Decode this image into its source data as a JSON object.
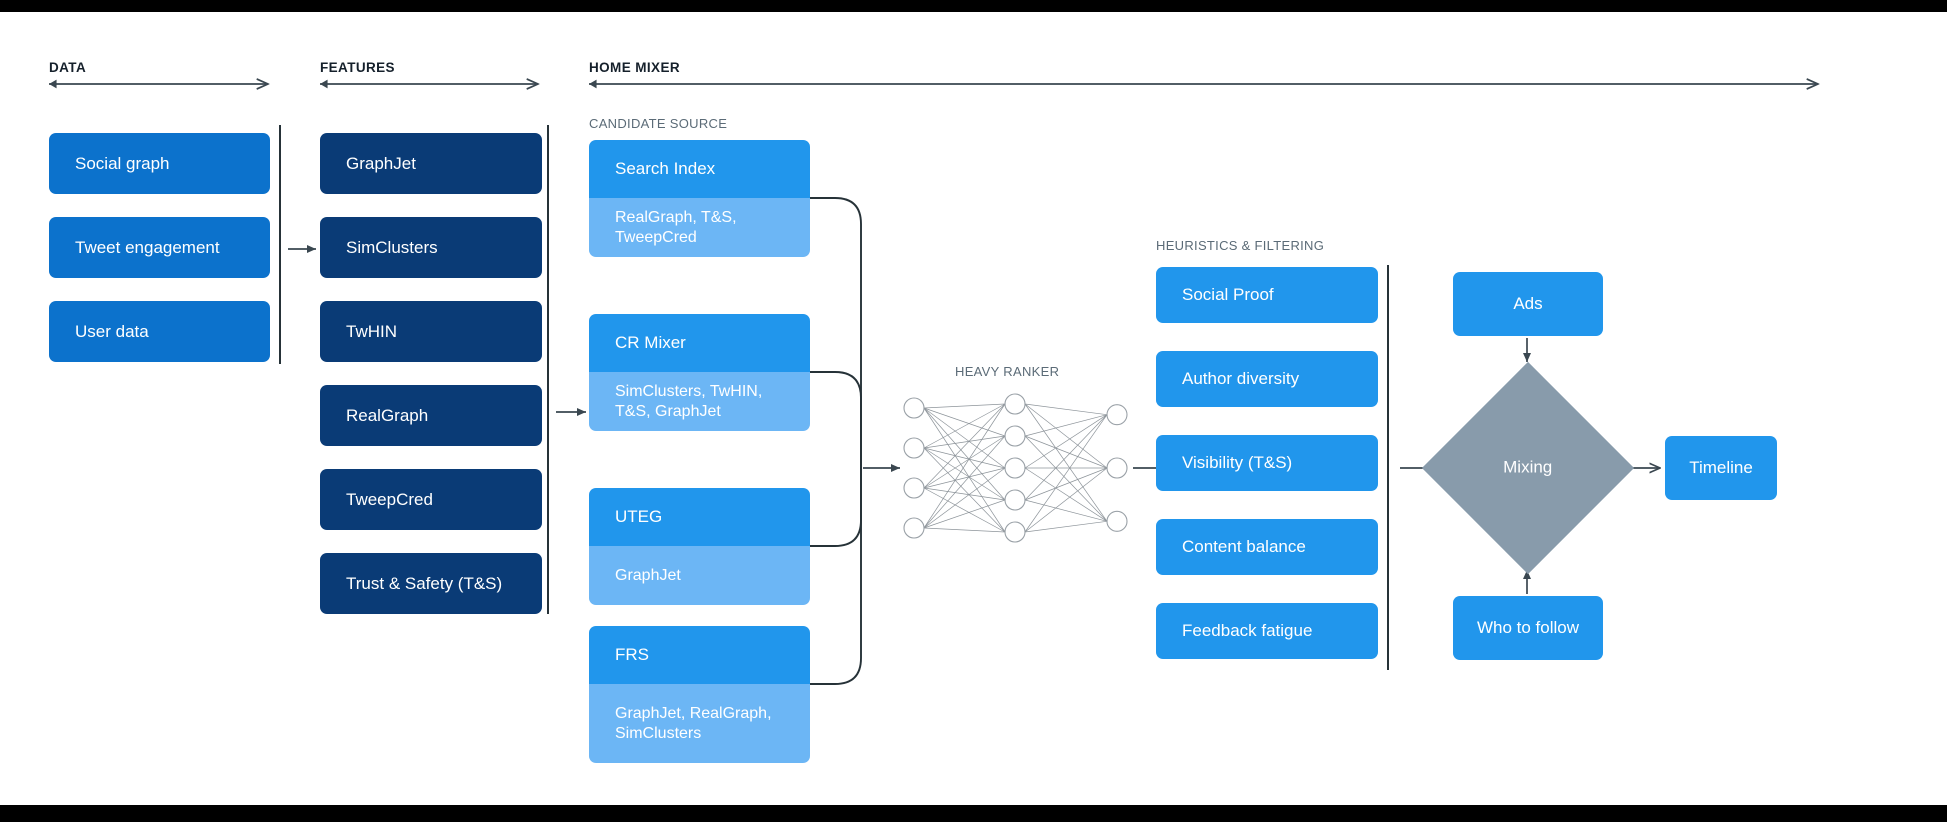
{
  "stages": [
    {
      "key": "data",
      "label": "DATA"
    },
    {
      "key": "features",
      "label": "FEATURES"
    },
    {
      "key": "home_mixer",
      "label": "HOME MIXER"
    }
  ],
  "sub_labels": {
    "candidate_source": "CANDIDATE SOURCE",
    "heavy_ranker": "HEAVY RANKER",
    "heuristics": "HEURISTICS & FILTERING"
  },
  "data_column": {
    "items": [
      {
        "label": "Social graph"
      },
      {
        "label": "Tweet engagement"
      },
      {
        "label": "User data"
      }
    ]
  },
  "features_column": {
    "items": [
      {
        "label": "GraphJet"
      },
      {
        "label": "SimClusters"
      },
      {
        "label": "TwHIN"
      },
      {
        "label": "RealGraph"
      },
      {
        "label": "TweepCred"
      },
      {
        "label": "Trust & Safety (T&S)"
      }
    ]
  },
  "candidate_sources": {
    "items": [
      {
        "title": "Search Index",
        "detail": "RealGraph, T&S, TweepCred"
      },
      {
        "title": "CR Mixer",
        "detail": "SimClusters, TwHIN, T&S, GraphJet"
      },
      {
        "title": "UTEG",
        "detail": "GraphJet"
      },
      {
        "title": "FRS",
        "detail": "GraphJet, RealGraph, SimClusters"
      }
    ]
  },
  "heavy_ranker": {
    "title": "HEAVY RANKER",
    "layers": [
      4,
      5,
      3
    ]
  },
  "heuristics_column": {
    "items": [
      {
        "label": "Social Proof"
      },
      {
        "label": "Author diversity"
      },
      {
        "label": "Visibility (T&S)"
      },
      {
        "label": "Content balance"
      },
      {
        "label": "Feedback fatigue"
      }
    ]
  },
  "output_column": {
    "ads": "Ads",
    "mixing": "Mixing",
    "who_to_follow": "Who to follow",
    "timeline": "Timeline"
  },
  "colors": {
    "data_blue": "#0c72cc",
    "feature_navy": "#0a3b76",
    "accent_blue": "#2196ec",
    "light_blue": "#6cb6f5",
    "diamond_gray": "#889bab",
    "label_dark": "#15202b",
    "label_gray": "#5b6b77",
    "line": "#263238",
    "frame_black": "#000000"
  }
}
